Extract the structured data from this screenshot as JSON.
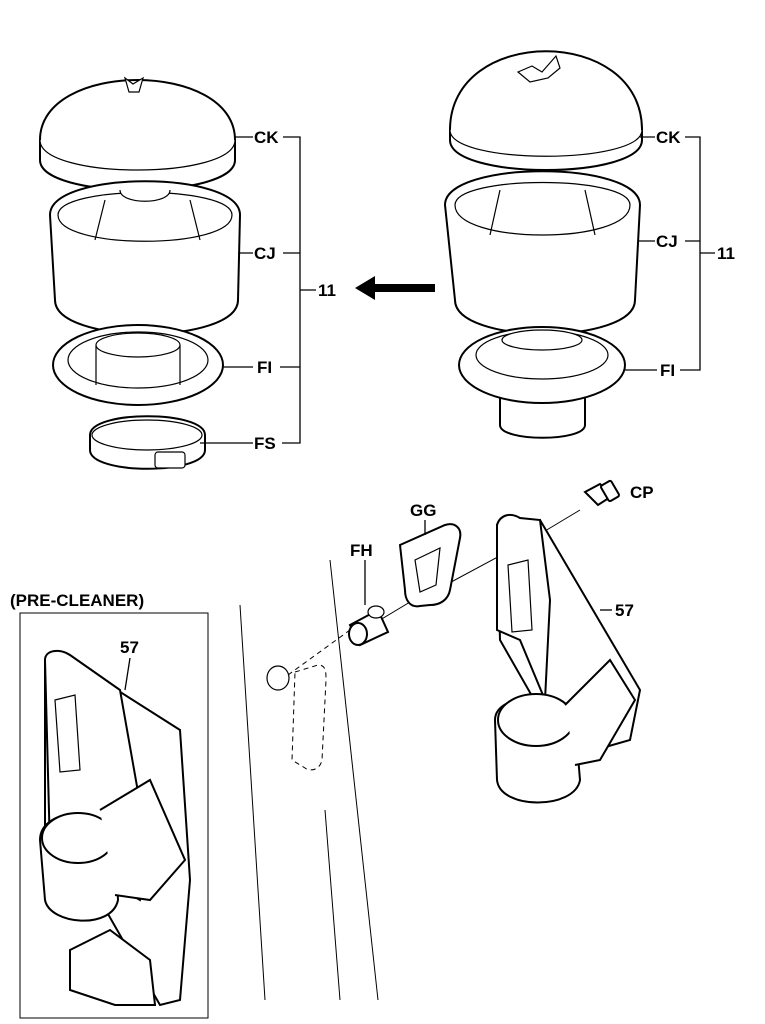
{
  "diagram": {
    "left_assembly": {
      "labels": {
        "cover": "CK",
        "body": "CJ",
        "ring": "FI",
        "clamp": "FS",
        "assembly": "11"
      }
    },
    "right_assembly": {
      "labels": {
        "cover": "CK",
        "body": "CJ",
        "ring": "FI",
        "assembly": "11"
      }
    },
    "mounting": {
      "labels": {
        "screw": "CP",
        "gasket": "GG",
        "fitting": "FH",
        "bracket": "57"
      }
    },
    "inset": {
      "title": "(PRE-CLEANER)",
      "bracket_label": "57"
    }
  }
}
